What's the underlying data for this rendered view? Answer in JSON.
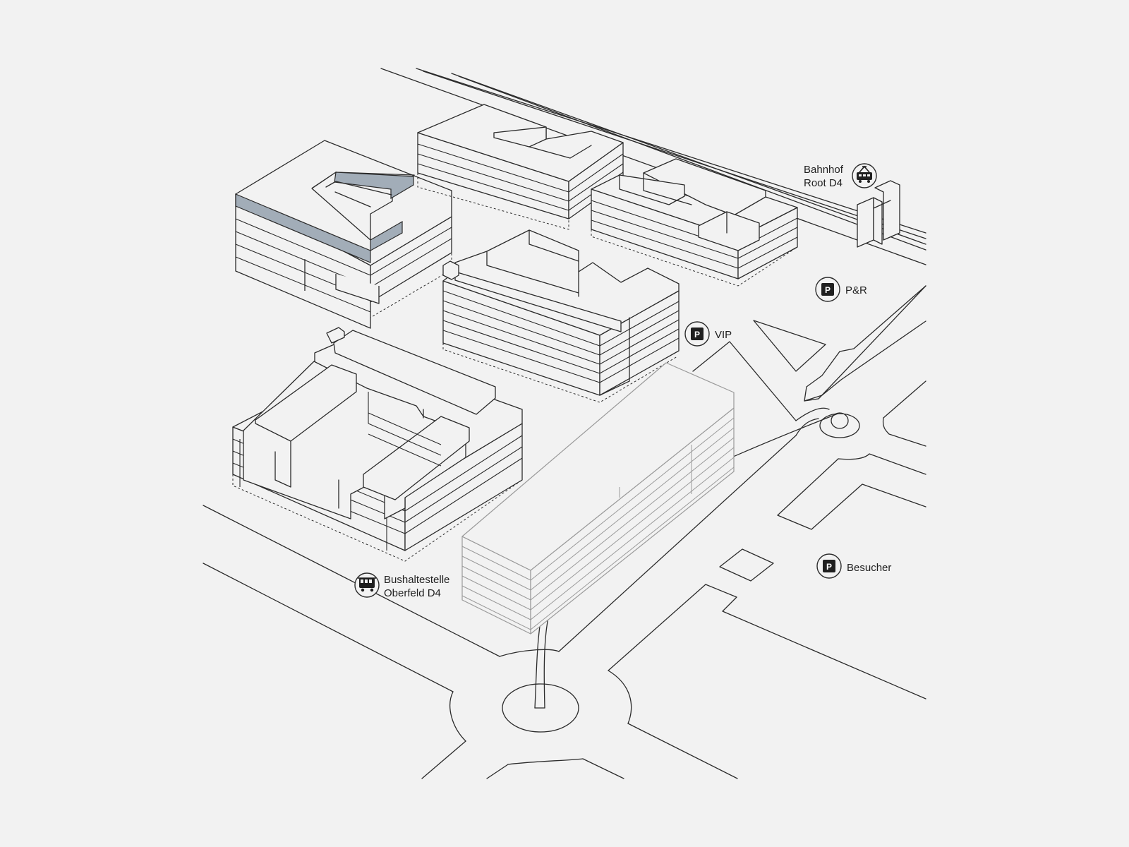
{
  "map": {
    "labels": {
      "train_station": {
        "line1": "Bahnhof",
        "line2": "Root D4",
        "icon": "train-icon"
      },
      "park_and_ride": {
        "text": "P&R",
        "badge": "P",
        "icon": "parking-icon"
      },
      "vip_parking": {
        "text": "VIP",
        "badge": "P",
        "icon": "parking-icon"
      },
      "visitor_parking": {
        "text": "Besucher",
        "badge": "P",
        "icon": "parking-icon"
      },
      "bus_stop": {
        "line1": "Bushaltestelle",
        "line2": "Oberfeld D4",
        "icon": "bus-icon"
      }
    },
    "colors": {
      "background": "#f2f2f2",
      "line": "#2b2b2b",
      "highlight_roof": "#a2adb8",
      "planned_building": "#9a9a9a"
    }
  }
}
